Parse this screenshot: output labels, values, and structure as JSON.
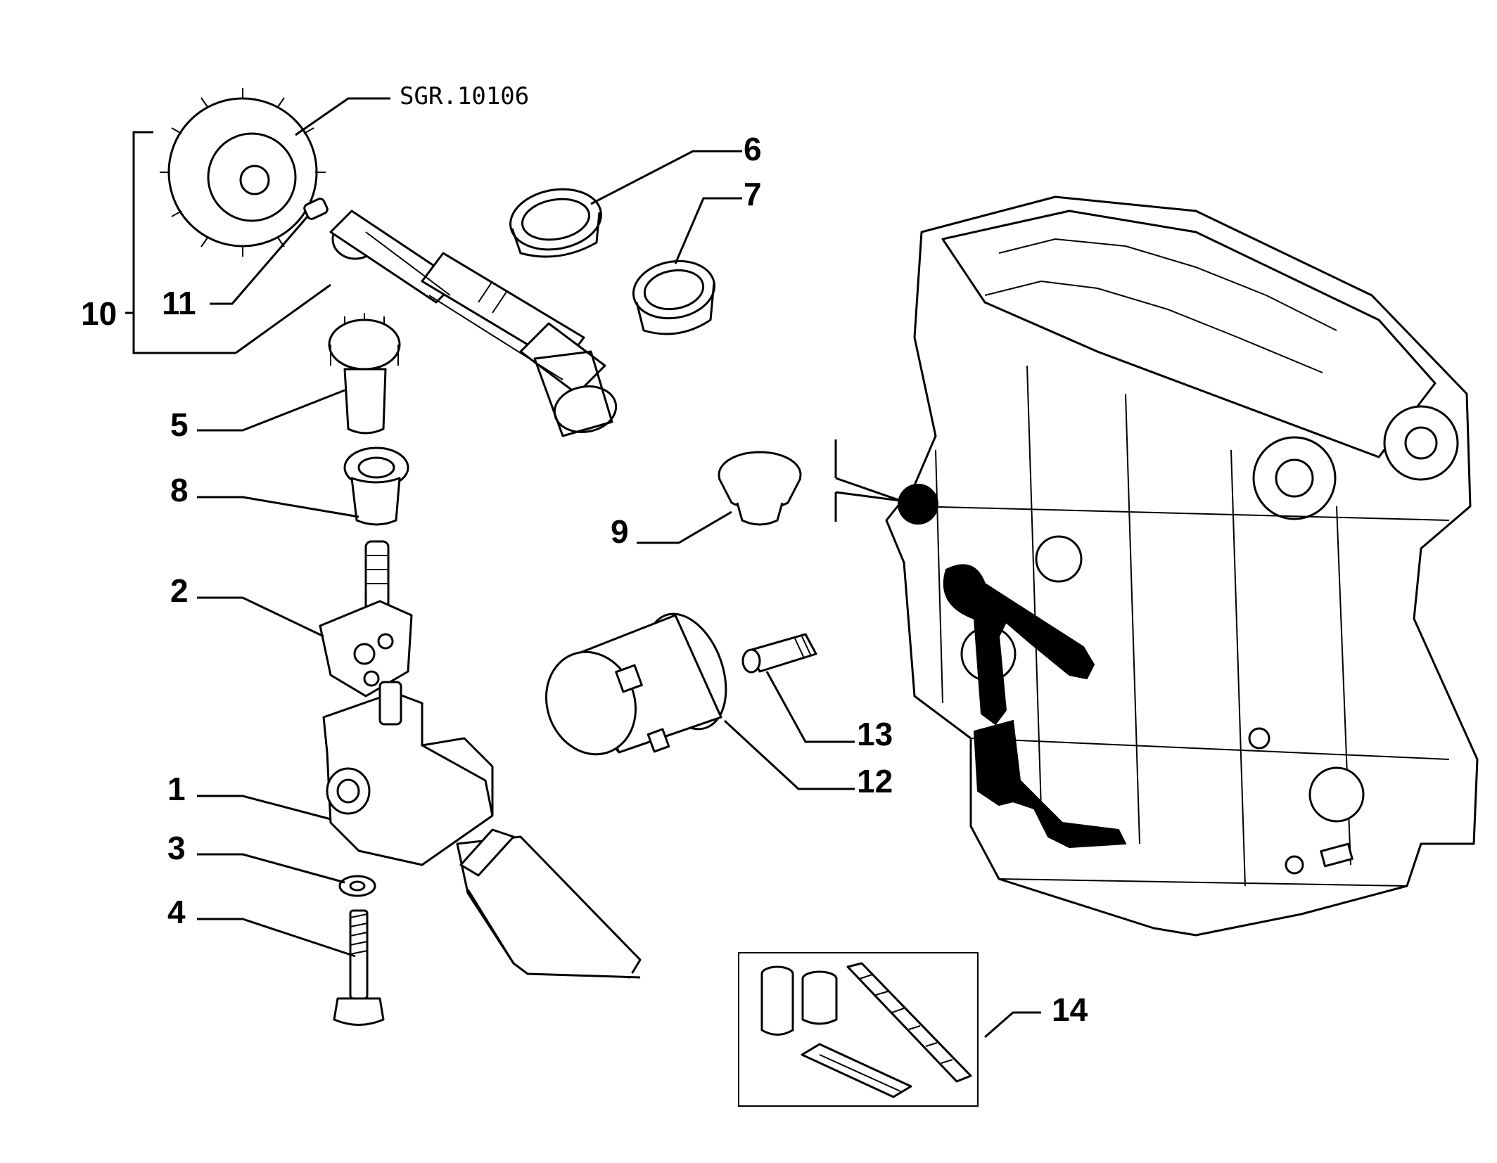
{
  "diagram": {
    "reference_code": "SGR.10106",
    "callouts": [
      {
        "id": "1",
        "label": "1"
      },
      {
        "id": "2",
        "label": "2"
      },
      {
        "id": "3",
        "label": "3"
      },
      {
        "id": "4",
        "label": "4"
      },
      {
        "id": "5",
        "label": "5"
      },
      {
        "id": "6",
        "label": "6"
      },
      {
        "id": "7",
        "label": "7"
      },
      {
        "id": "8",
        "label": "8"
      },
      {
        "id": "9",
        "label": "9"
      },
      {
        "id": "10",
        "label": "10"
      },
      {
        "id": "11",
        "label": "11"
      },
      {
        "id": "12",
        "label": "12"
      },
      {
        "id": "13",
        "label": "13"
      },
      {
        "id": "14",
        "label": "14"
      }
    ]
  }
}
